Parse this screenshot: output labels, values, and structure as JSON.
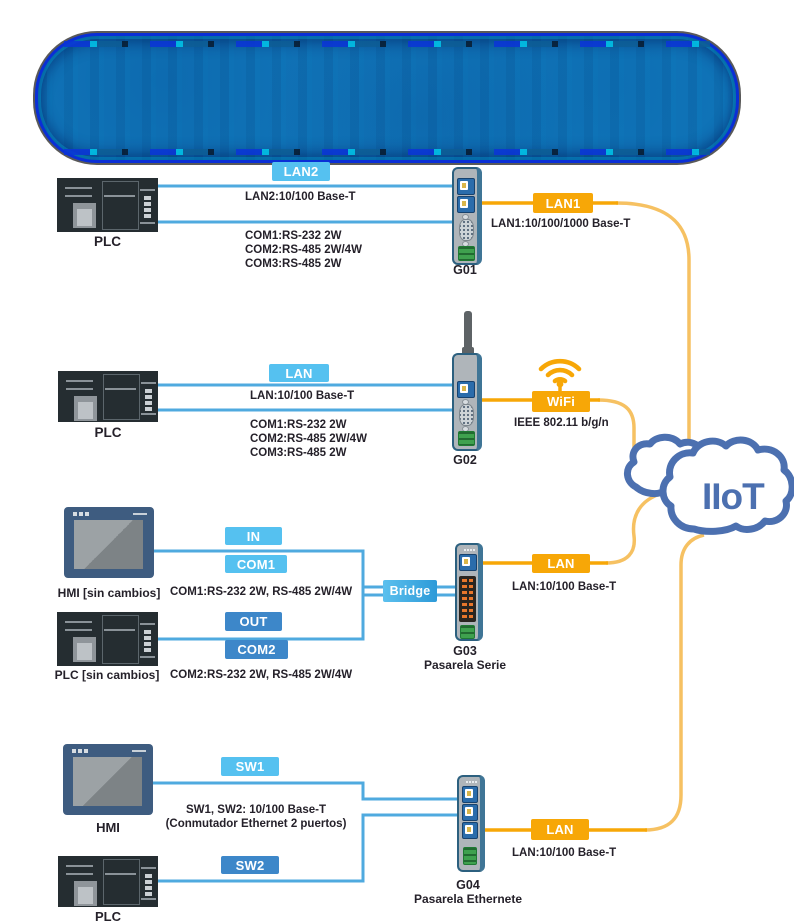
{
  "colors": {
    "badge_light_blue": "#55C1F0",
    "badge_dark_blue": "#3D87C9",
    "badge_orange": "#F7A707",
    "line_blue": "#4FAADF",
    "line_orange_light": "#F6C162",
    "cloud_blue": "#4C70B0",
    "banner_blue": "#1279BD"
  },
  "cloud": {
    "label": "IIoT"
  },
  "row1": {
    "plc_label": "PLC",
    "badge_lan2": "LAN2",
    "text_lan2": "LAN2:10/100 Base-T",
    "com_lines": [
      "COM1:RS-232 2W",
      "COM2:RS-485 2W/4W",
      "COM3:RS-485 2W"
    ],
    "gateway_label": "G01",
    "badge_lan1": "LAN1",
    "text_lan1": "LAN1:10/100/1000 Base-T"
  },
  "row2": {
    "plc_label": "PLC",
    "badge_lan": "LAN",
    "text_lan": "LAN:10/100 Base-T",
    "com_lines": [
      "COM1:RS-232 2W",
      "COM2:RS-485 2W/4W",
      "COM3:RS-485 2W"
    ],
    "gateway_label": "G02",
    "badge_wifi": "WiFi",
    "text_wifi": "IEEE 802.11 b/g/n"
  },
  "row3": {
    "hmi_label": "HMI [sin cambios]",
    "plc_label": "PLC [sin cambios]",
    "badge_in": "IN",
    "badge_com1": "COM1",
    "badge_out": "OUT",
    "badge_com2": "COM2",
    "text_com1": "COM1:RS-232 2W, RS-485 2W/4W",
    "text_com2": "COM2:RS-232 2W, RS-485 2W/4W",
    "badge_bridge": "Bridge",
    "gateway_label": "G03",
    "gateway_sublabel": "Pasarela Serie",
    "badge_lan": "LAN",
    "text_lan": "LAN:10/100 Base-T"
  },
  "row4": {
    "hmi_label": "HMI",
    "plc_label": "PLC",
    "badge_sw1": "SW1",
    "badge_sw2": "SW2",
    "text_sw_line1": "SW1, SW2: 10/100 Base-T",
    "text_sw_line2": "(Conmutador Ethernet 2 puertos)",
    "gateway_label": "G04",
    "gateway_sublabel": "Pasarela Ethernete",
    "badge_lan": "LAN",
    "text_lan": "LAN:10/100 Base-T"
  }
}
